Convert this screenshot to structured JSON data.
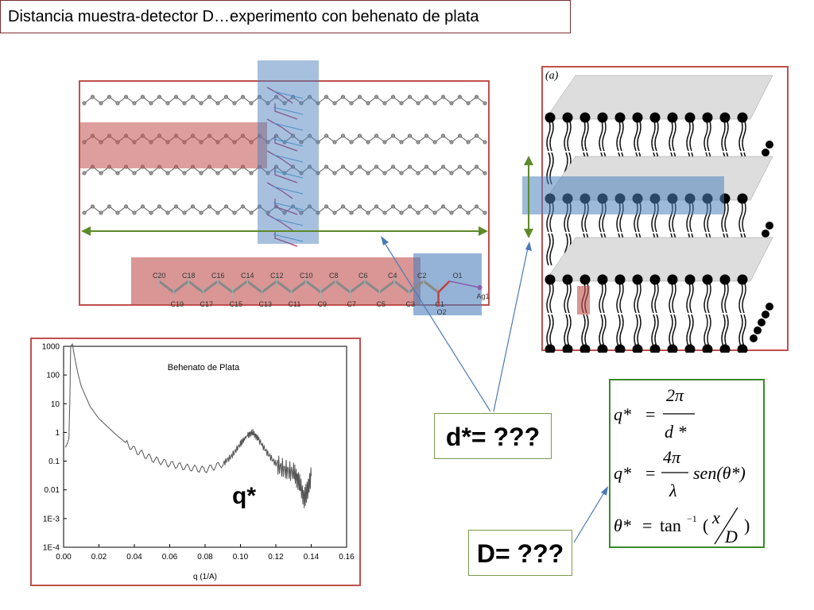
{
  "title": "Distancia muestra-detector D…experimento con behenato de plata",
  "molecule": {
    "carbon_labels": [
      "C20",
      "C19",
      "C18",
      "C17",
      "C16",
      "C15",
      "C14",
      "C13",
      "C12",
      "C11",
      "C10",
      "C9",
      "C8",
      "C7",
      "C6",
      "C5",
      "C4",
      "C3",
      "C2",
      "C1"
    ],
    "o1": "O1",
    "o2": "O2",
    "ag": "Ag1"
  },
  "lipid_panel": {
    "label": "(a)"
  },
  "d_box": "d*= ???",
  "D_box": "D= ???",
  "formulas": {
    "q": "q*",
    "eq": "=",
    "two_pi": "2π",
    "d_star": "d *",
    "four_pi": "4π",
    "lambda": "λ",
    "sen": "sen(θ*)",
    "theta": "θ*",
    "tan": "tan",
    "inv": "−1",
    "open": "(",
    "x": "x",
    "D": "D",
    "close": ")"
  },
  "chart_data": {
    "type": "line",
    "title": "Behenato de Plata",
    "xlabel": "q (1/A)",
    "ylabel": "",
    "xlim": [
      0,
      0.16
    ],
    "ylim": [
      0.0001,
      1000
    ],
    "yscale": "log",
    "x_ticks": [
      "0.00",
      "0.02",
      "0.04",
      "0.06",
      "0.08",
      "0.10",
      "0.12",
      "0.14",
      "0.16"
    ],
    "y_ticks": [
      "1000",
      "100",
      "10",
      "1",
      "0.1",
      "0.01",
      "1E-3",
      "1E-4"
    ],
    "annotation": "q*",
    "series": [
      {
        "x": [
          0.001,
          0.002,
          0.003,
          0.0035,
          0.004,
          0.005,
          0.006,
          0.008,
          0.01,
          0.015,
          0.02,
          0.03,
          0.04,
          0.05,
          0.06,
          0.07,
          0.08,
          0.09,
          0.095,
          0.1,
          0.104,
          0.107,
          0.11,
          0.115,
          0.12,
          0.125,
          0.13,
          0.133,
          0.136,
          0.138,
          0.14
        ],
        "y": [
          0.3,
          0.4,
          0.6,
          10,
          1000,
          1200,
          500,
          120,
          40,
          8,
          3,
          0.8,
          0.25,
          0.12,
          0.08,
          0.06,
          0.05,
          0.08,
          0.15,
          0.4,
          0.8,
          1.0,
          0.6,
          0.2,
          0.08,
          0.05,
          0.04,
          0.02,
          0.005,
          0.01,
          0.03
        ]
      }
    ]
  }
}
